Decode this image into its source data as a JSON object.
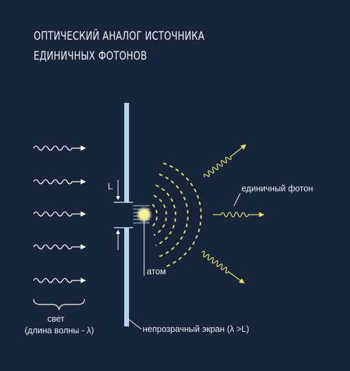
{
  "title": {
    "line1": "ОПТИЧЕСКИЙ АНАЛОГ ИСТОЧНИКА",
    "line2": "ЕДИНИЧНЫХ ФОТОНОВ"
  },
  "labels": {
    "gap": "L",
    "photon": "единичный фотон",
    "atom": "атом",
    "light": "свет",
    "wavelength": "(длина волны - λ)",
    "screen": "непрозрачный экран (λ >L)"
  },
  "colors": {
    "background": "#17253b",
    "screen": "#b9d3ec",
    "atom": "#f6ef9a",
    "photon": "#e6dd6c",
    "wave_rings": "#d6df7a",
    "incoming_wave": "#ffffff"
  },
  "icons": {
    "incoming_wave": "sine-wave-arrow",
    "photon": "wave-packet-arrow",
    "atom": "glowing-dot"
  }
}
